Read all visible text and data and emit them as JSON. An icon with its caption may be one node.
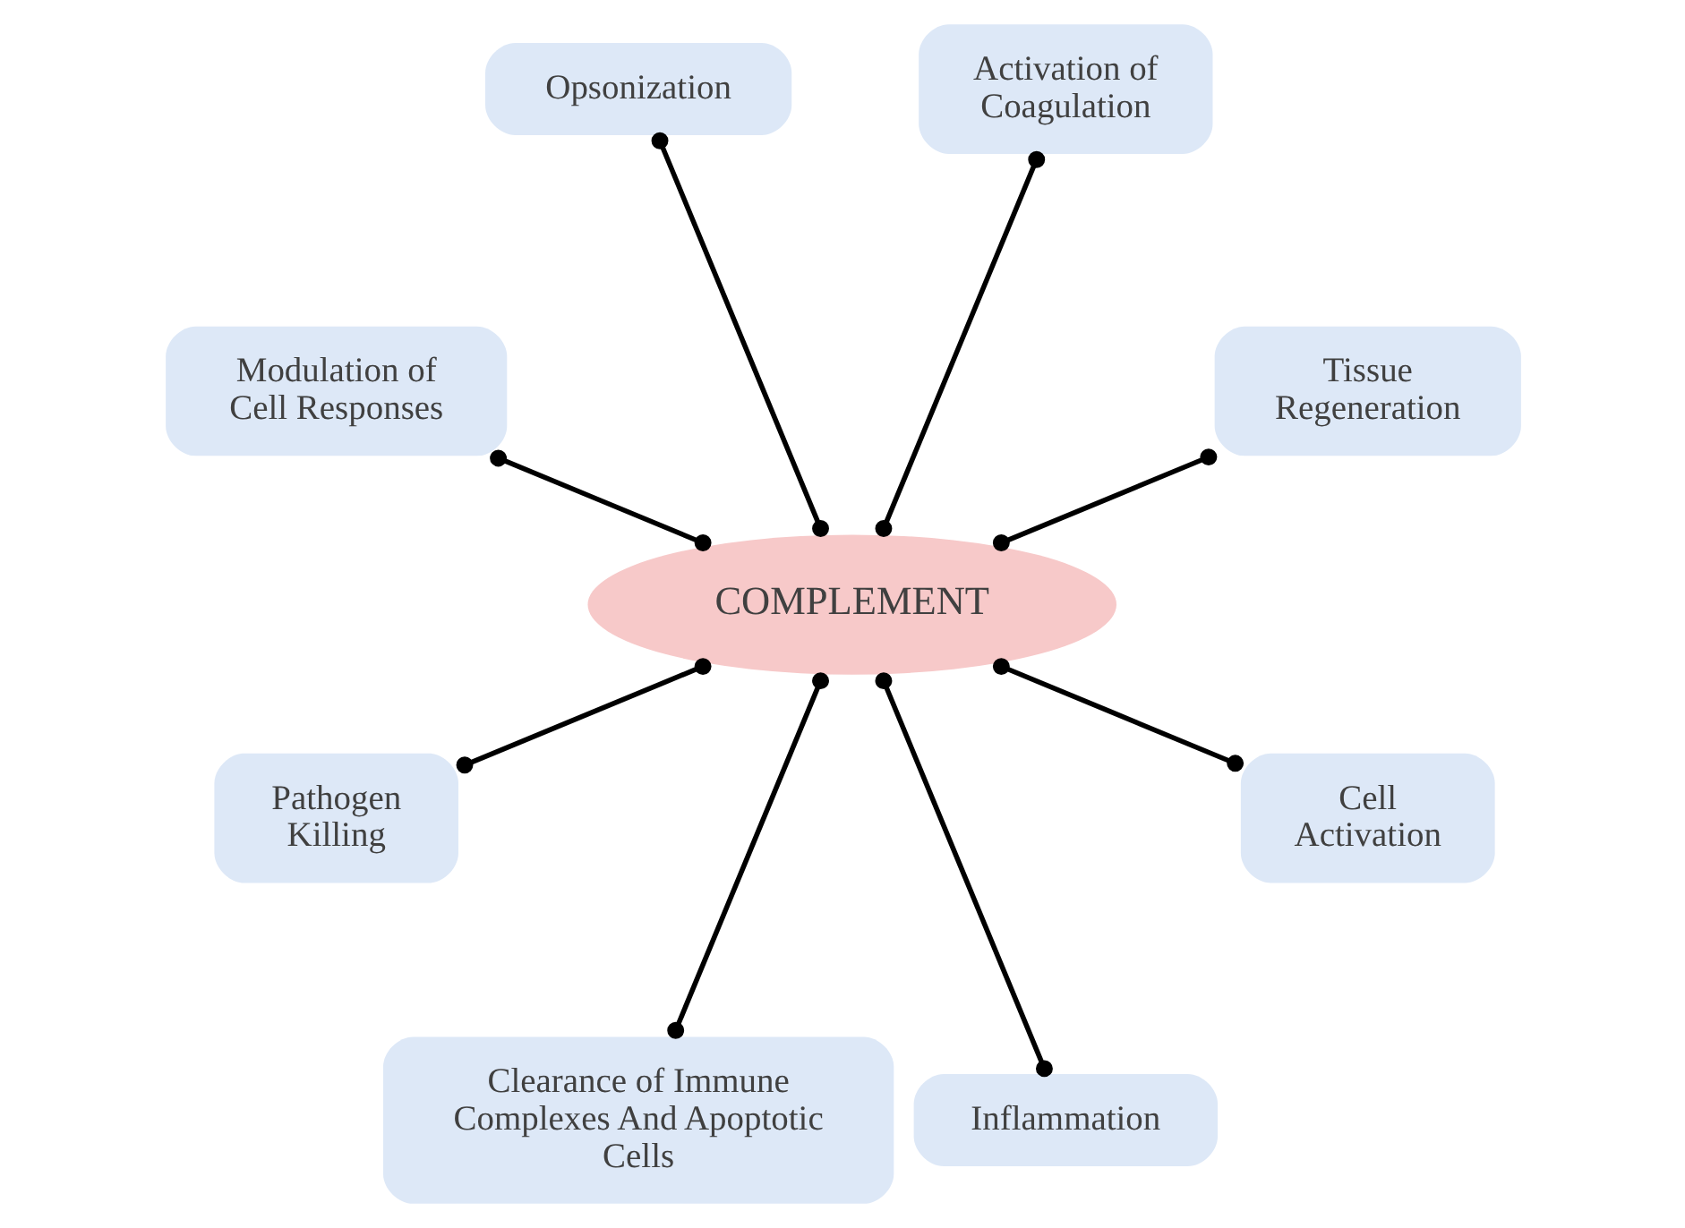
{
  "diagram": {
    "nodes": [
      {
        "text": [
          "Tissue Regeneration"
        ]
      },
      {
        "text": [
          "Activation of Coagulation"
        ]
      },
      {
        "text": [
          "Opsonization"
        ]
      },
      {
        "text": [
          "Modulation of Cell Responses"
        ]
      },
      {
        "text": [
          "COMPLEMENT"
        ]
      },
      {
        "text": [
          "Pathogen Killing"
        ]
      },
      {
        "text": [
          "Clearance of Immune Complexes And Apoptotic Cells"
        ]
      },
      {
        "text": [
          "Inflammation"
        ]
      },
      {
        "text": [
          "Cell Activation"
        ]
      }
    ],
    "edges": [
      {
        "from": 4,
        "to": 0,
        "arrow": "other"
      },
      {
        "from": 4,
        "to": 2,
        "arrow": "other"
      },
      {
        "from": 4,
        "to": 5,
        "arrow": "other"
      },
      {
        "from": 4,
        "to": 6,
        "arrow": "other"
      },
      {
        "from": 4,
        "to": 8,
        "arrow": "other"
      },
      {
        "from": 4,
        "to": 7,
        "arrow": "other"
      },
      {
        "from": 4,
        "to": 3,
        "arrow": "other"
      },
      {
        "from": 4,
        "to": 1,
        "arrow": "other"
      }
    ]
  }
}
